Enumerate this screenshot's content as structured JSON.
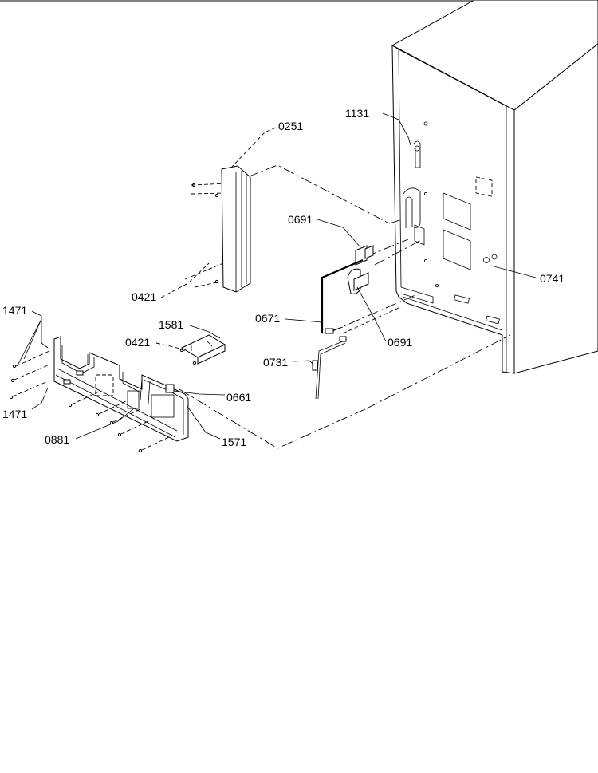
{
  "labels": {
    "l1131": "1131",
    "l0251": "0251",
    "l0691a": "0691",
    "l0741": "0741",
    "l0421a": "0421",
    "l0671": "0671",
    "l0691b": "0691",
    "l1471a": "1471",
    "l1581": "1581",
    "l0421b": "0421",
    "l0731": "0731",
    "l0661": "0661",
    "l1471b": "1471",
    "l0881": "0881",
    "l1571": "1571"
  }
}
